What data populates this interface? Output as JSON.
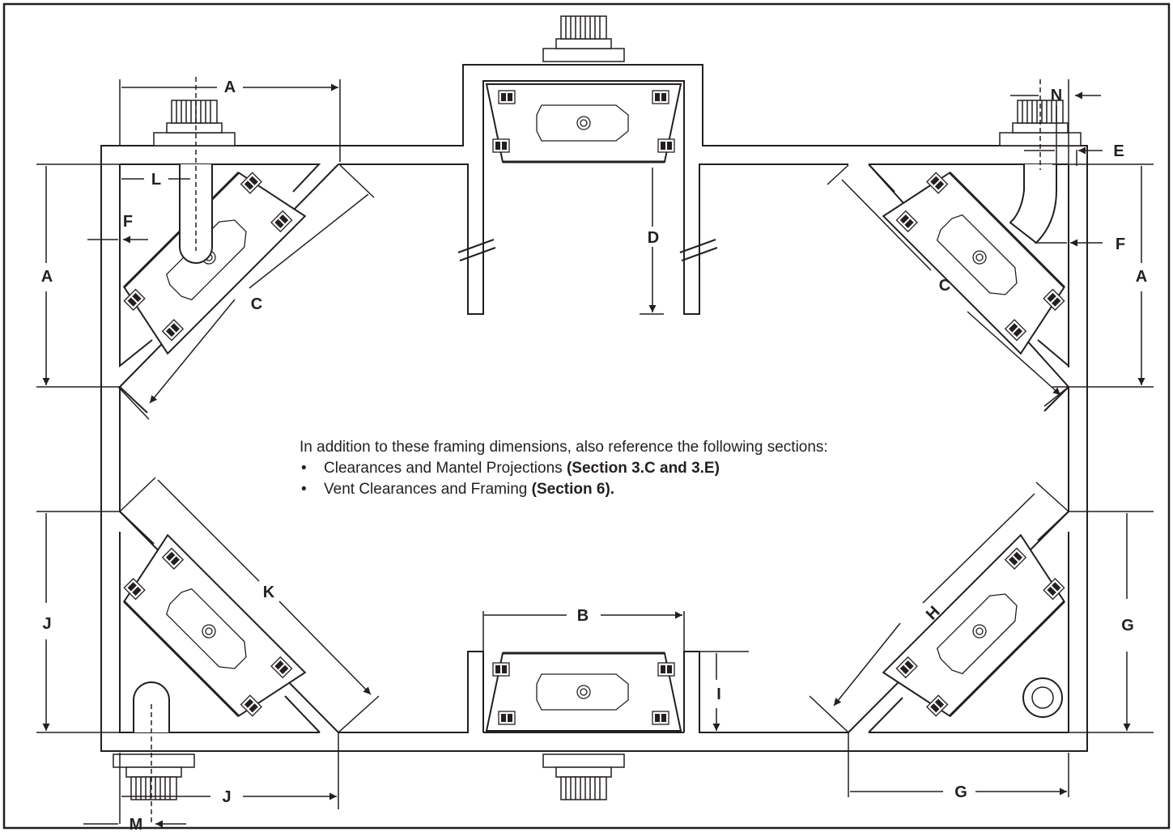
{
  "labels": {
    "A_top": "A",
    "A_left": "A",
    "A_right": "A",
    "L": "L",
    "F_left": "F",
    "F_right": "F",
    "C_left": "C",
    "C_right": "C",
    "D": "D",
    "N": "N",
    "E": "E",
    "B": "B",
    "I": "I",
    "K": "K",
    "J_left": "J",
    "J_bottom": "J",
    "H": "H",
    "G_right": "G",
    "G_bottom": "G",
    "M": "M"
  },
  "note": {
    "intro": "In addition to these framing dimensions, also reference the following sections:",
    "item1_text": "Clearances and Mantel Projections ",
    "item1_ref": "(Section 3.C and 3.E)",
    "item2_text": "Vent Clearances and Framing ",
    "item2_ref": "(Section 6)."
  }
}
